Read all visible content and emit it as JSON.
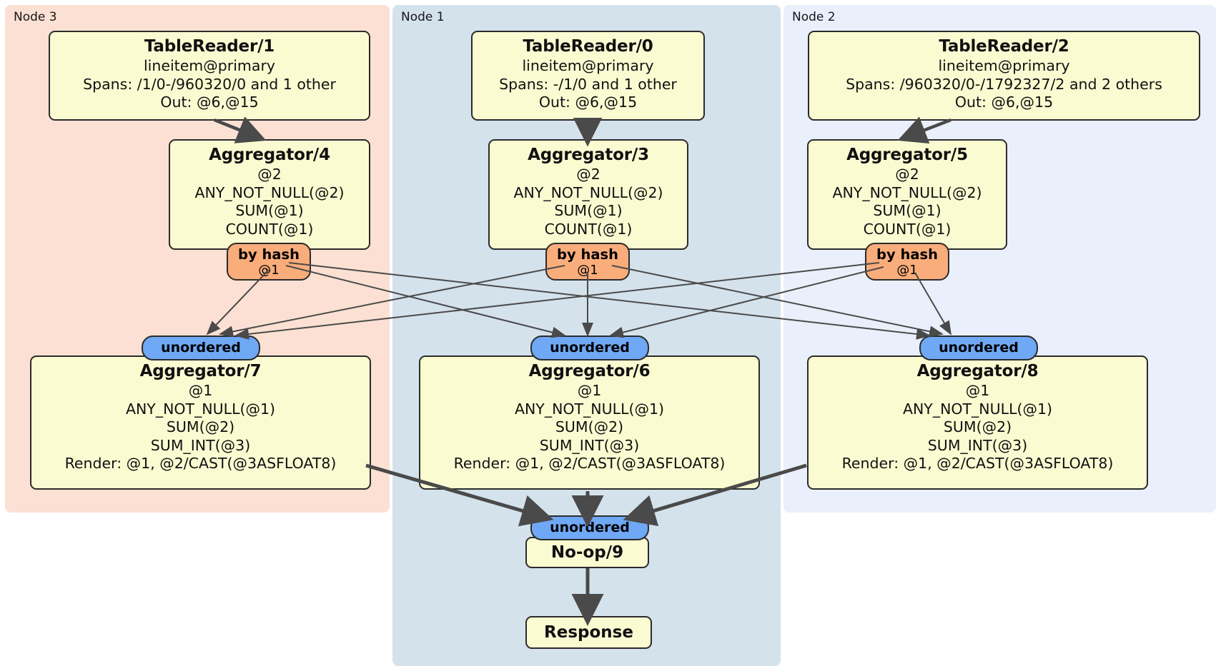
{
  "diagram": {
    "type": "distributed-query-plan",
    "colors": {
      "node3_bg": "#fbe0d3",
      "node1_bg": "#d4e2ec",
      "node2_bg": "#eaf0fb",
      "processor_bg": "#fbfbd2",
      "processor_border": "#2b2b2b",
      "unordered_pill_bg": "#6fa8f4",
      "byhash_pill_bg": "#f9ad7b",
      "edge_color": "#4a4a4a",
      "page_bg": "#ffffff"
    }
  },
  "regions": [
    {
      "id": "node3",
      "label": "Node 3"
    },
    {
      "id": "node1",
      "label": "Node 1"
    },
    {
      "id": "node2",
      "label": "Node 2"
    }
  ],
  "processors": {
    "table_reader_1": {
      "title": "TableReader/1",
      "lines": [
        "lineitem@primary",
        "Spans: /1/0-/960320/0 and 1 other",
        "Out: @6,@15"
      ]
    },
    "table_reader_0": {
      "title": "TableReader/0",
      "lines": [
        "lineitem@primary",
        "Spans: -/1/0 and 1 other",
        "Out: @6,@15"
      ]
    },
    "table_reader_2": {
      "title": "TableReader/2",
      "lines": [
        "lineitem@primary",
        "Spans: /960320/0-/1792327/2 and 2 others",
        "Out: @6,@15"
      ]
    },
    "aggregator_4": {
      "title": "Aggregator/4",
      "lines": [
        "@2",
        "ANY_NOT_NULL(@2)",
        "SUM(@1)",
        "COUNT(@1)"
      ]
    },
    "aggregator_3": {
      "title": "Aggregator/3",
      "lines": [
        "@2",
        "ANY_NOT_NULL(@2)",
        "SUM(@1)",
        "COUNT(@1)"
      ]
    },
    "aggregator_5": {
      "title": "Aggregator/5",
      "lines": [
        "@2",
        "ANY_NOT_NULL(@2)",
        "SUM(@1)",
        "COUNT(@1)"
      ]
    },
    "aggregator_7": {
      "title": "Aggregator/7",
      "lines": [
        "@1",
        "ANY_NOT_NULL(@1)",
        "SUM(@2)",
        "SUM_INT(@3)",
        "Render: @1, @2/CAST(@3ASFLOAT8)"
      ]
    },
    "aggregator_6": {
      "title": "Aggregator/6",
      "lines": [
        "@1",
        "ANY_NOT_NULL(@1)",
        "SUM(@2)",
        "SUM_INT(@3)",
        "Render: @1, @2/CAST(@3ASFLOAT8)"
      ]
    },
    "aggregator_8": {
      "title": "Aggregator/8",
      "lines": [
        "@1",
        "ANY_NOT_NULL(@1)",
        "SUM(@2)",
        "SUM_INT(@3)",
        "Render: @1, @2/CAST(@3ASFLOAT8)"
      ]
    },
    "noop_9": {
      "title": "No-op/9"
    },
    "response": {
      "title": "Response"
    }
  },
  "routers": {
    "by_hash_left": {
      "title": "by hash",
      "sub": "@1"
    },
    "by_hash_center": {
      "title": "by hash",
      "sub": "@1"
    },
    "by_hash_right": {
      "title": "by hash",
      "sub": "@1"
    },
    "unordered_left": {
      "label": "unordered"
    },
    "unordered_center": {
      "label": "unordered"
    },
    "unordered_right": {
      "label": "unordered"
    },
    "unordered_final": {
      "label": "unordered"
    }
  }
}
